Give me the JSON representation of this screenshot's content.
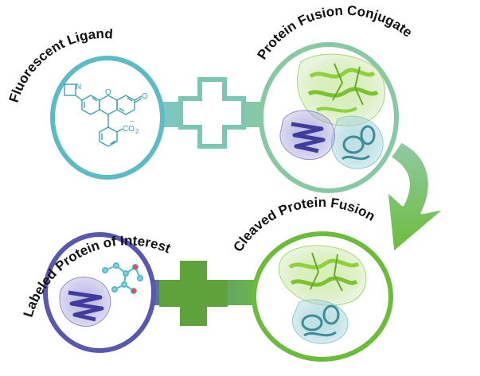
{
  "labels": {
    "fluorescent_ligand": "Fluorescent Ligand",
    "protein_fusion_conjugate": "Protein Fusion Conjugate",
    "labeled_protein": "Labeled Protein of Interest",
    "cleaved_protein_fusion": "Cleaved Protein Fusion"
  },
  "structure_text": {
    "N_atom": "N",
    "O_atom": "O",
    "carbonyl_O": "O",
    "carboxylate": "CO",
    "carboxylate_sub": "2",
    "charge": "−"
  },
  "colors": {
    "teal": "#5cbcc4",
    "teal_light": "#c3e6e8",
    "green": "#6cbc3c",
    "green_light": "#cde8b4",
    "purple": "#5b56b0",
    "purple_light": "#c6c4e6",
    "arrow_start": "#8fcaa4",
    "arrow_end": "#78bf56",
    "protein_green": "#8fd13a",
    "protein_purple": "#3f3c9c",
    "protein_teal": "#3d8c96"
  },
  "icons": [
    "plus-icon-top",
    "plus-icon-bottom",
    "curved-arrow-icon"
  ]
}
